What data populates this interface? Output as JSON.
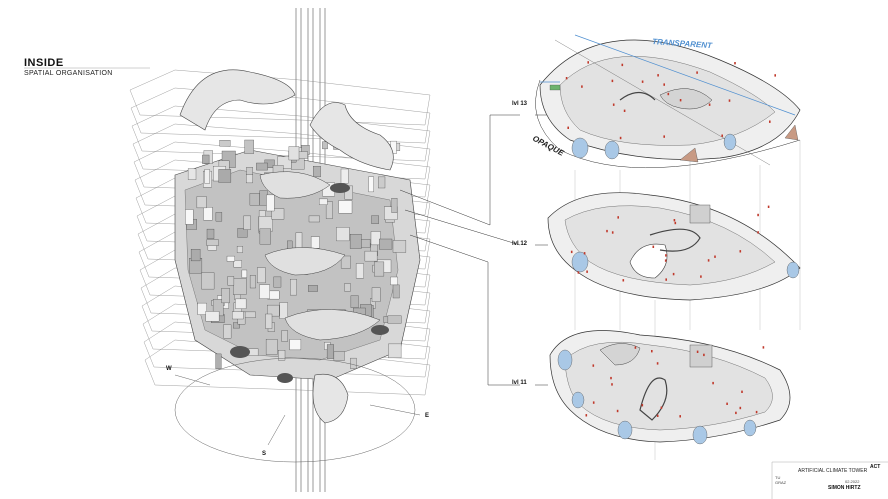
{
  "heading": {
    "title": "INSIDE",
    "subtitle": "SPATIAL ORGANISATION"
  },
  "levels": [
    {
      "id": "lvl13",
      "label": "lvl 13"
    },
    {
      "id": "lvl12",
      "label": "lvl 12"
    },
    {
      "id": "lvl11",
      "label": "lvl 11"
    }
  ],
  "facade_labels": {
    "transparent": "TRANSPARENT",
    "opaque": "OPAQUE"
  },
  "compass": {
    "west": "W",
    "south": "S",
    "east": "E"
  },
  "title_block": {
    "act": "ACT",
    "project": "ARTIFICIAL CLIMATE TOWER",
    "date": "02.2022",
    "author": "SIMON HIRTZ",
    "logo_lines": [
      "TU",
      "GRAZ"
    ]
  },
  "colors": {
    "transparent_label": "#4f8fd0",
    "accent_red": "#c0392b",
    "glass_blue": "#a9c8e6",
    "opaque_wedge": "#c89a84",
    "green_marker": "#6db36d"
  }
}
